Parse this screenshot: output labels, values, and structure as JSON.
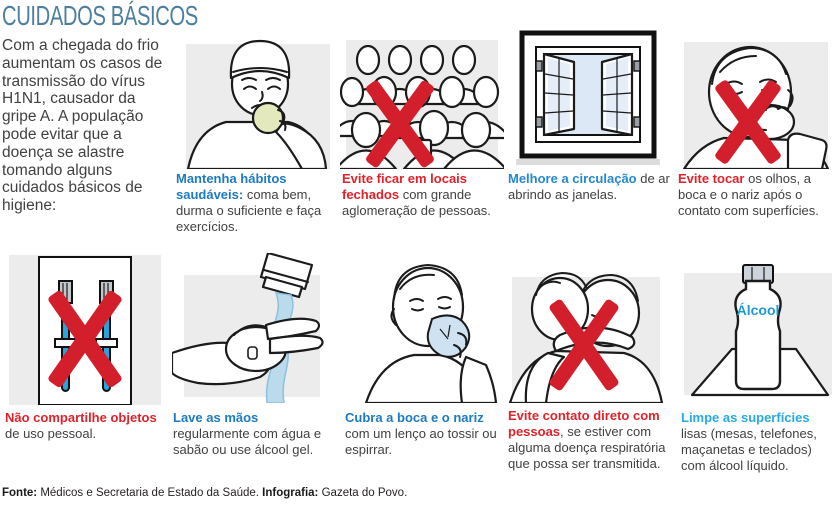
{
  "title": "CUIDADOS BÁSICOS",
  "intro": "Com a chegada do frio aumentam os casos de transmissão do vírus H1N1, causador da gripe A. A população pode evitar que a doença se alastre tomando alguns cuidados básicos de higiene:",
  "colors": {
    "title": "#4c7f9e",
    "body_text": "#414042",
    "alert_red": "#e0232b",
    "info_blue": "#1d7ac2",
    "light_blue": "#29a9e2",
    "prohibited_x": "#d31f2b",
    "panel_bg": "#ececec"
  },
  "panels": [
    {
      "id": "healthy-habits",
      "lead": "Mantenha hábitos saudáveis:",
      "lead_color": "#1d7ac2",
      "rest": " coma bem, durma o suficiente e faça exercícios.",
      "prohibited": false
    },
    {
      "id": "avoid-crowds",
      "lead": "Evite ficar em locais fechados",
      "lead_color": "#e0232b",
      "rest": " com grande aglomeração de pessoas.",
      "prohibited": true
    },
    {
      "id": "air-circulation",
      "lead": "Melhore a circulação",
      "lead_color": "#2389cf",
      "rest": " de ar abrindo as janelas.",
      "prohibited": false
    },
    {
      "id": "avoid-touching-face",
      "lead": "Evite tocar",
      "lead_color": "#e0232b",
      "rest": " os olhos, a boca e o nariz após o contato com superfícies.",
      "prohibited": true
    },
    {
      "id": "personal-objects",
      "lead": "Não compartilhe objetos",
      "lead_color": "#e0232b",
      "rest": " de uso pessoal.",
      "prohibited": true
    },
    {
      "id": "wash-hands",
      "lead": "Lave as mãos",
      "lead_color": "#1d7ac2",
      "rest": " regularmente com água e sabão ou use álcool gel.",
      "prohibited": false
    },
    {
      "id": "cover-mouth",
      "lead": "Cubra a boca e o nariz",
      "lead_color": "#1d7ac2",
      "rest": " com um lenço ao tossir ou espirrar.",
      "prohibited": false
    },
    {
      "id": "avoid-contact",
      "lead": "Evite contato direto com pessoas",
      "lead_color": "#e0232b",
      "rest": ", se estiver com alguma doença respiratória que possa ser transmitida.",
      "prohibited": true
    },
    {
      "id": "clean-surfaces",
      "lead": "Limpe as superfícies",
      "lead_color": "#29a9e2",
      "rest": " lisas (mesas, telefones, maçanetas e teclados) com álcool líquido.",
      "prohibited": false
    }
  ],
  "bottle_label": "Álcool",
  "footer": {
    "source_label": "Fonte:",
    "source_text": " Médicos e Secretaria de Estado da Saúde. ",
    "credit_label": "Infografia:",
    "credit_text": " Gazeta do Povo."
  }
}
